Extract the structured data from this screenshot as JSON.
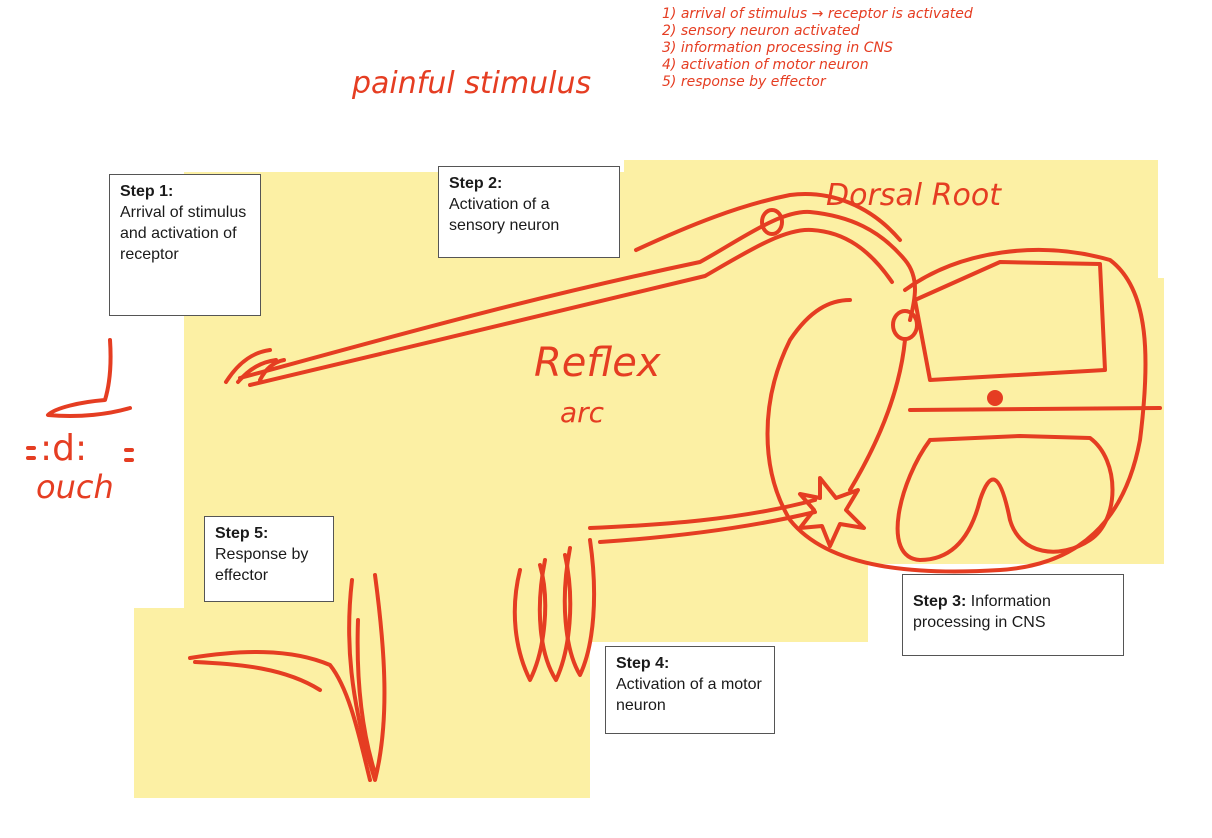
{
  "handwritten": {
    "title": "painful stimulus",
    "steps_list": [
      "1) arrival of stimulus → receptor is activated",
      "2) sensory neuron activated",
      "3) information processing in CNS",
      "4) activation of motor neuron",
      "5) response by effector"
    ],
    "dorsal_root": "Dorsal Root",
    "reflex": "Reflex",
    "arc": "arc",
    "face": ":d:",
    "ouch": "ouch"
  },
  "steps": {
    "step1": {
      "title": "Step 1:",
      "text": "Arrival of stimulus and activation of receptor"
    },
    "step2": {
      "title": "Step 2:",
      "text": "Activation of a sensory neuron"
    },
    "step3": {
      "title": "Step 3:",
      "text": "Information processing in CNS"
    },
    "step4": {
      "title": "Step 4:",
      "text": "Activation of a motor neuron"
    },
    "step5": {
      "title": "Step 5:",
      "text": "Response by effector"
    }
  },
  "colors": {
    "ink": "#e53d22",
    "note": "#fcf0a4",
    "box_border": "#555555"
  }
}
